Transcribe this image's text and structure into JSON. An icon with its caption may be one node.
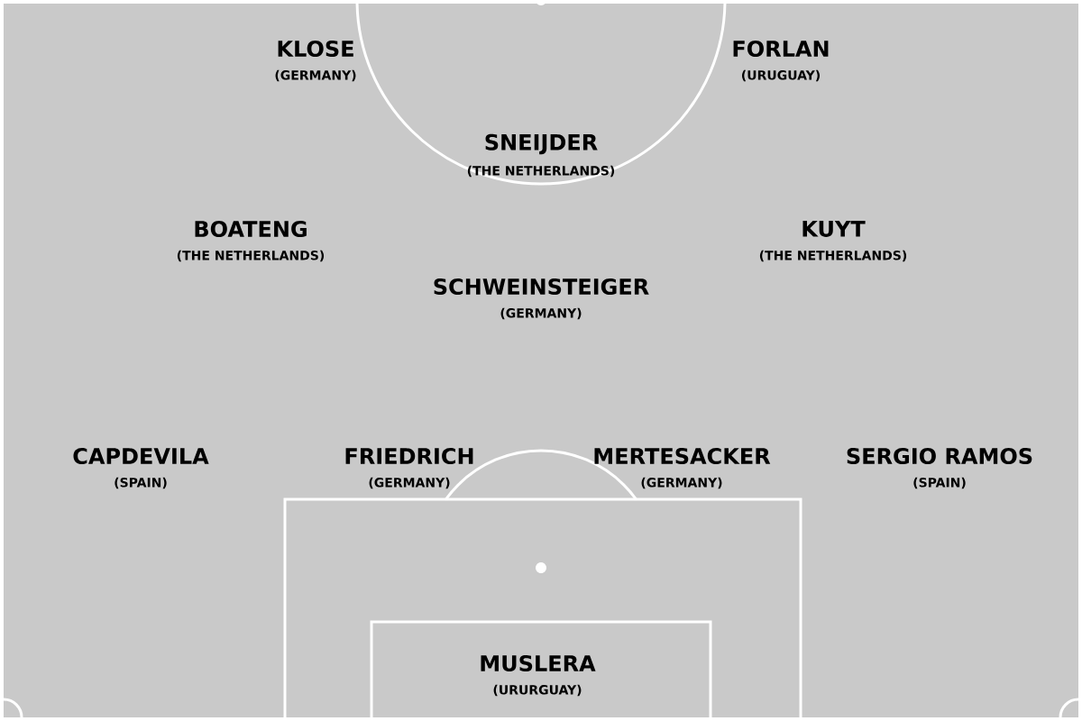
{
  "diagram": {
    "labels": [
      "KLOSE",
      "(GERMANY)",
      "FORLAN",
      "(URUGUAY)",
      "SNEIJDER",
      "(THE NETHERLANDS)",
      "BOATENG",
      "(THE NETHERLANDS)",
      "KUYT",
      "(THE NETHERLANDS)",
      "SCHWEINSTEIGER",
      "(GERMANY)",
      "CAPDEVILA",
      "(SPAIN)",
      "FRIEDRICH",
      "(GERMANY)",
      "MERTESACKER",
      "(GERMANY)",
      "SERGIO RAMOS",
      "(SPAIN)",
      "MUSLERA",
      "(URURGUAY)"
    ]
  }
}
